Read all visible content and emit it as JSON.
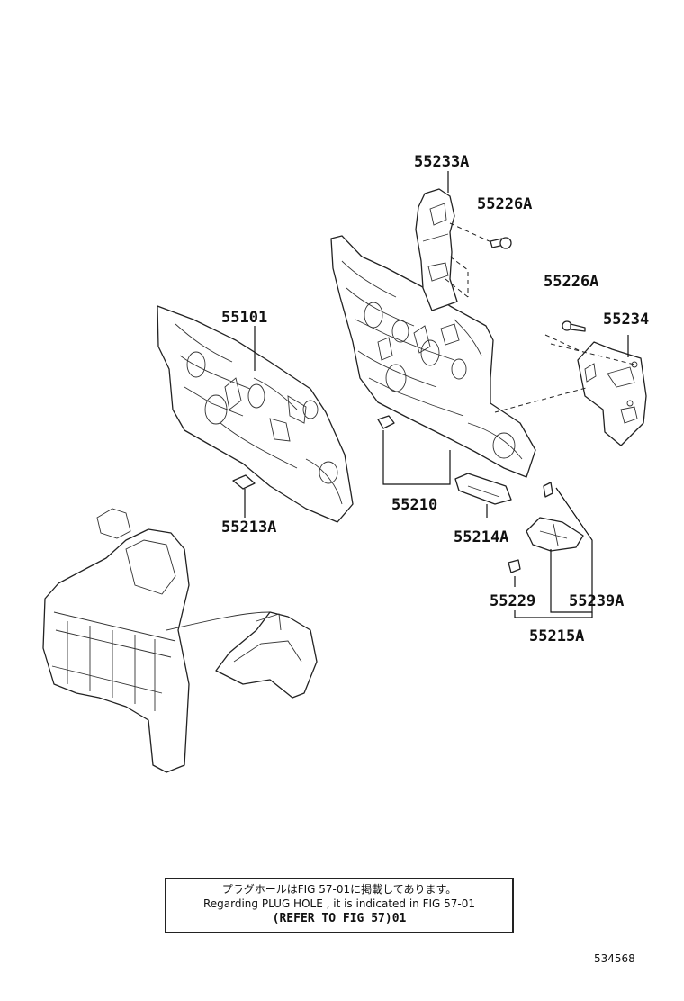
{
  "parts": {
    "p55233A": "55233A",
    "p55226A_top": "55226A",
    "p55226A_right": "55226A",
    "p55234": "55234",
    "p55101": "55101",
    "p55210": "55210",
    "p55213A": "55213A",
    "p55214A": "55214A",
    "p55229": "55229",
    "p55239A": "55239A",
    "p55215A": "55215A"
  },
  "note": {
    "japanese": "プラグホールはFIG 57-01に掲載してあります。",
    "english": "Regarding PLUG HOLE , it is indicated in FIG 57-01",
    "reference": "(REFER TO FIG 57)01"
  },
  "figure_number": "534568"
}
